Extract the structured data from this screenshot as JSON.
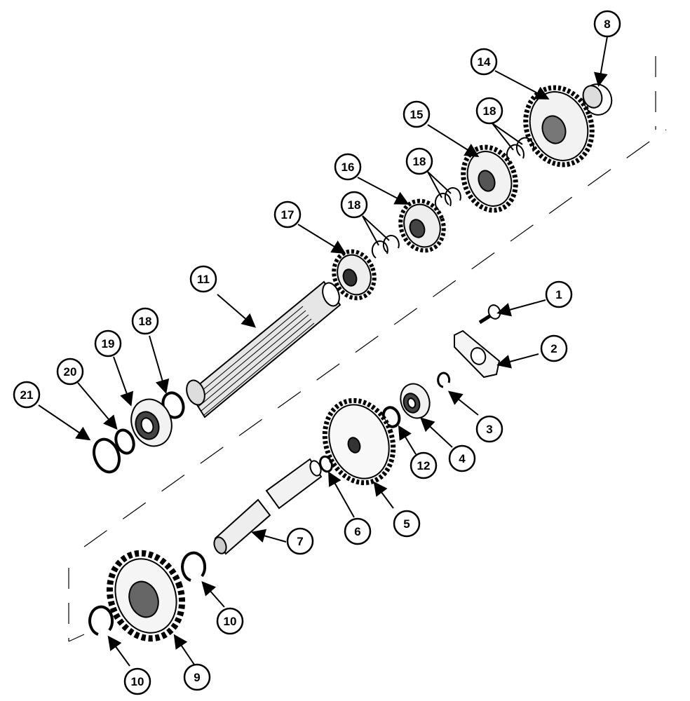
{
  "diagram": {
    "callouts": [
      {
        "id": "c1",
        "label": "1"
      },
      {
        "id": "c2",
        "label": "2"
      },
      {
        "id": "c3",
        "label": "3"
      },
      {
        "id": "c4",
        "label": "4"
      },
      {
        "id": "c5",
        "label": "5"
      },
      {
        "id": "c6",
        "label": "6"
      },
      {
        "id": "c7",
        "label": "7"
      },
      {
        "id": "c8",
        "label": "8"
      },
      {
        "id": "c9",
        "label": "9"
      },
      {
        "id": "c10a",
        "label": "10"
      },
      {
        "id": "c10b",
        "label": "10"
      },
      {
        "id": "c11",
        "label": "11"
      },
      {
        "id": "c12",
        "label": "12"
      },
      {
        "id": "c14",
        "label": "14"
      },
      {
        "id": "c15",
        "label": "15"
      },
      {
        "id": "c16",
        "label": "16"
      },
      {
        "id": "c17",
        "label": "17"
      },
      {
        "id": "c18a",
        "label": "18"
      },
      {
        "id": "c18b",
        "label": "18"
      },
      {
        "id": "c18c",
        "label": "18"
      },
      {
        "id": "c18d",
        "label": "18"
      },
      {
        "id": "c19",
        "label": "19"
      },
      {
        "id": "c20",
        "label": "20"
      },
      {
        "id": "c21",
        "label": "21"
      }
    ]
  }
}
